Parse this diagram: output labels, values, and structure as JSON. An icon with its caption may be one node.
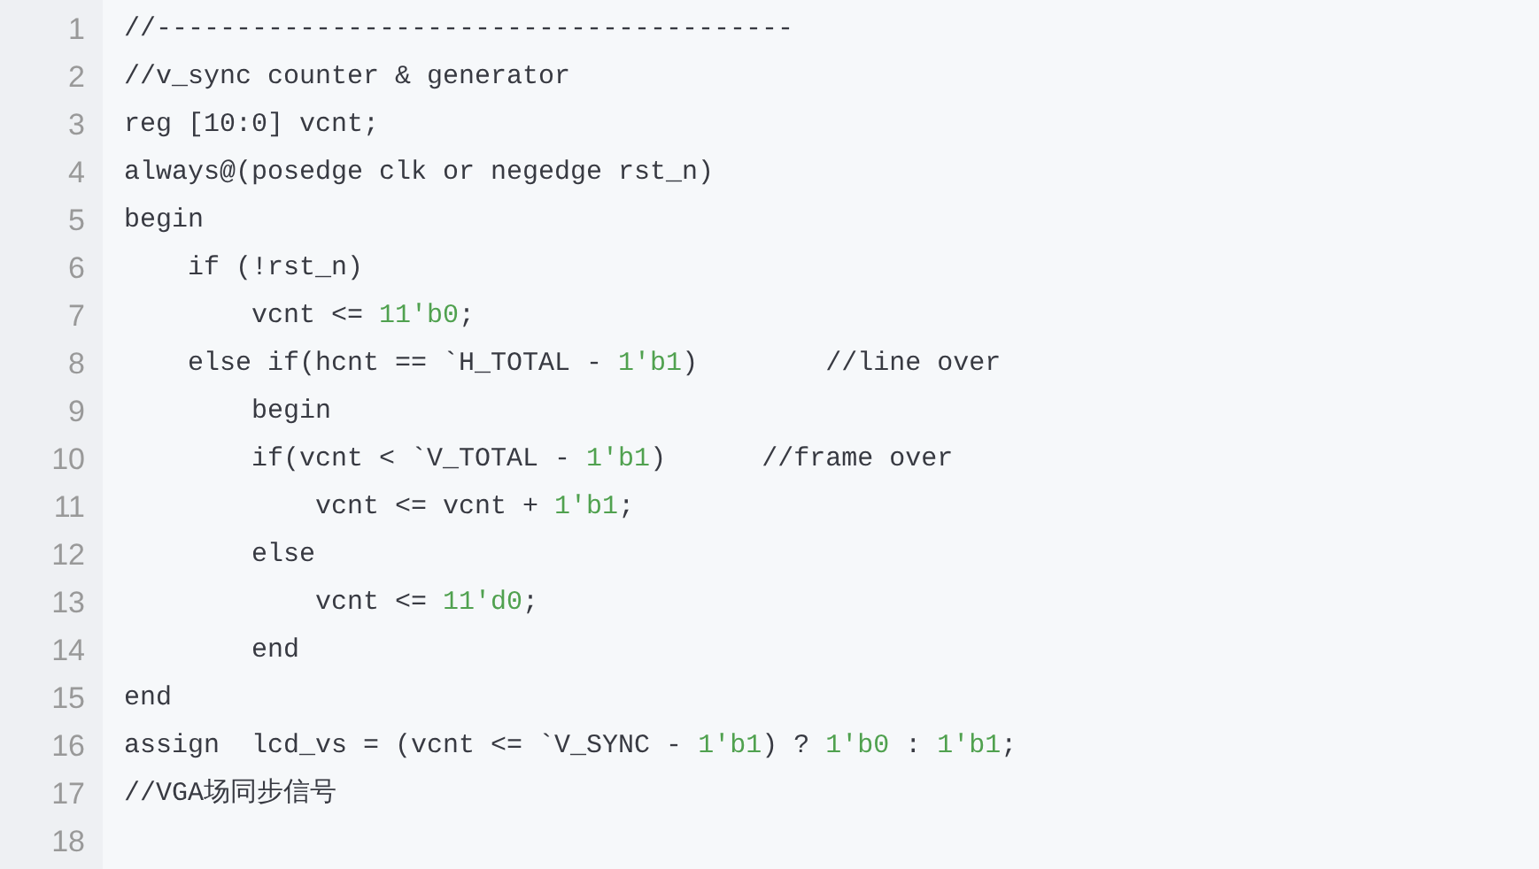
{
  "diagram": {
    "labels": [
      "1",
      "//----------------------------------------",
      "2",
      "//v_sync counter & generator",
      "3",
      "reg [10:0] vcnt;",
      "4",
      "always@(posedge clk or negedge rst_n)",
      "5",
      "begin",
      "6",
      "    if (!rst_n)",
      "7",
      "        vcnt <= 11'b0;",
      "8",
      "    else if(hcnt == `H_TOTAL - 1'b1)        //line over",
      "9",
      "        begin",
      "10",
      "        if(vcnt < `V_TOTAL - 1'b1)      //frame over",
      "11",
      "            vcnt <= vcnt + 1'b1;",
      "12",
      "        else",
      "13",
      "            vcnt <= 11'd0;",
      "14",
      "        end",
      "15",
      "end",
      "16",
      "assign  lcd_vs = (vcnt <= `V_SYNC - 1'b1) ? 1'b0 : 1'b1;",
      "17",
      "//VGA场同步信号",
      "18"
    ]
  }
}
